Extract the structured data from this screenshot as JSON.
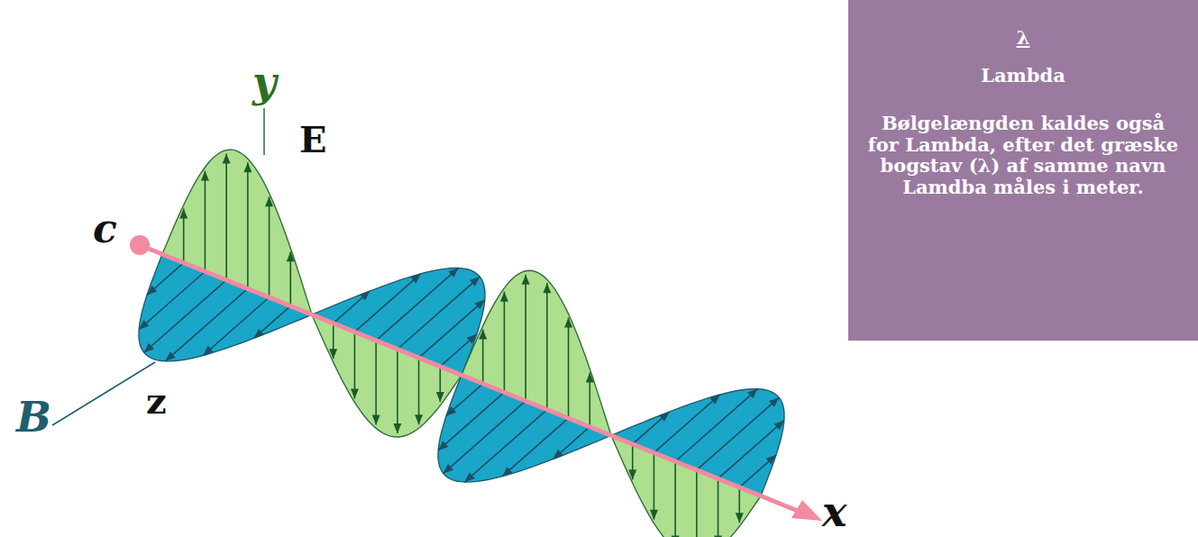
{
  "diagram": {
    "nodes": [
      {
        "text": [
          "λ",
          "Lambda",
          "Bølgelængden kaldes også for Lambda, efter det græske bogstav (λ) af samme navn",
          "Lamdba måles i meter."
        ]
      }
    ],
    "labels": [
      "y",
      "E",
      "c",
      "z",
      "B",
      "x"
    ]
  }
}
